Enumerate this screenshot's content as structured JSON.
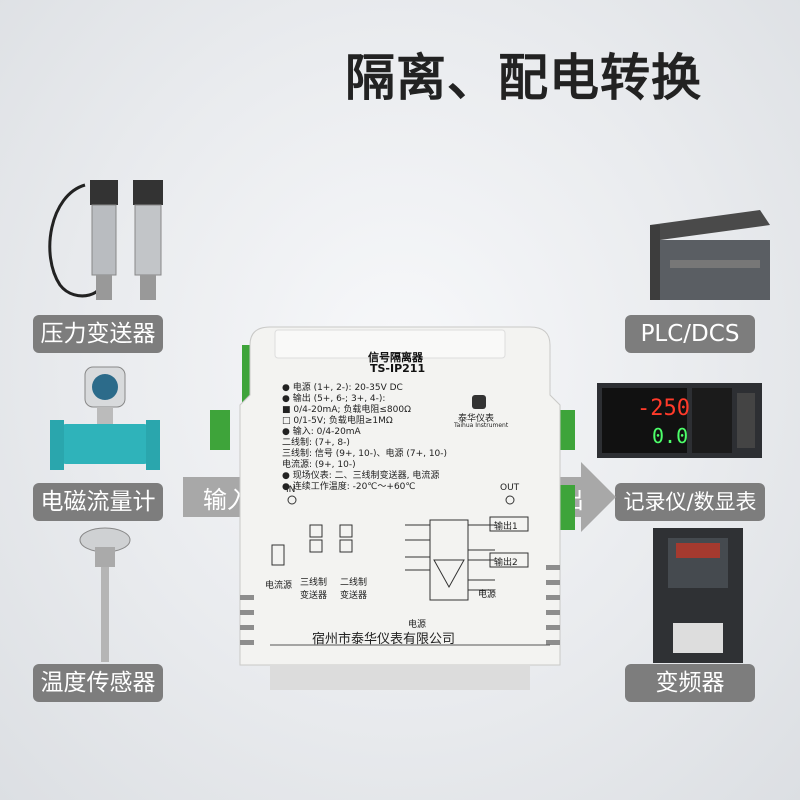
{
  "title": "隔离、配电转换",
  "inputs": [
    "压力变送器",
    "电磁流量计",
    "温度传感器"
  ],
  "outputs": [
    "PLC/DCS",
    "记录仪/数显表",
    "变频器"
  ],
  "arrow_in": "输入",
  "arrow_out": "输出",
  "device": {
    "name": "信号隔离器",
    "model": "TS-IP211",
    "brand": "泰华仪表",
    "brand_en": "Taihua Instrument",
    "spec_lines": [
      "● 电源 (1+, 2-): 20-35V  DC",
      "● 输出 (5+, 6-; 3+, 4-):",
      "  ■ 0/4-20mA; 负载电阻≤800Ω",
      "  □ 0/1-5V;  负载电阻≥1MΩ",
      "● 输入: 0/4-20mA",
      "  二线制: (7+, 8-)",
      "  三线制: 信号 (9+, 10-)、电源 (7+, 10-)",
      "  电流源: (9+, 10-)",
      "● 现场仪表: 二、三线制变送器, 电流源",
      "● 连续工作温度: -20℃～+60℃"
    ],
    "in_label": "IN",
    "out_label": "OUT",
    "out1": "输出1",
    "out2": "输出2",
    "power": "电源",
    "source_labels": [
      "电流源",
      "三线制\n变送器",
      "二线制\n变送器"
    ],
    "company": "宿州市泰华仪表有限公司"
  },
  "colors": {
    "label_bg": "#7d7d7d",
    "arrow": "#a8a8a8",
    "device_body": "#f3f3f1",
    "clip_green": "#3ea43a"
  }
}
